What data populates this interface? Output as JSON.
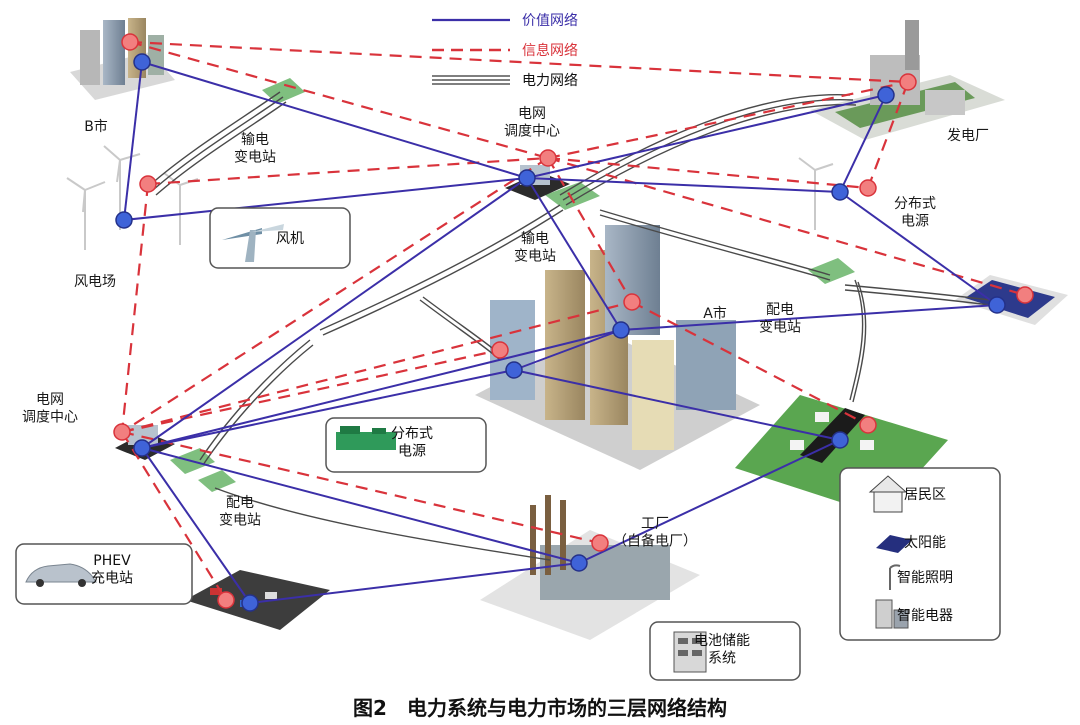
{
  "legend": {
    "value_network": "价值网络",
    "info_network": "信息网络",
    "power_network": "电力网络"
  },
  "colors": {
    "value": "#3b2fa8",
    "info": "#d9333b",
    "power": "#555555",
    "node_blue": "#3f63d8",
    "node_red": "#f27f7f"
  },
  "labels": {
    "b_city": "B市",
    "trans_sub_top": "输电\n变电站",
    "grid_center_top": "电网\n调度中心",
    "power_plant": "发电厂",
    "dist_source_right": "分布式\n电源",
    "wind_farm": "风电场",
    "trans_sub_mid": "输电\n变电站",
    "a_city": "A市",
    "dist_sub_right": "配电\n变电站",
    "grid_center_left": "电网\n调度中心",
    "dist_sub_left": "配电\n变电站",
    "factory": "工厂\n（自备电厂）"
  },
  "boxes": {
    "wind_turbine": "风机",
    "dist_source": "分布式\n电源",
    "phev": "PHEV\n充电站",
    "battery": "电池储能\n系统",
    "residential": "居民区",
    "solar": "太阳能",
    "smart_lighting": "智能照明",
    "smart_appliance": "智能电器"
  },
  "caption": "图2　电力系统与电力市场的三层网络结构"
}
